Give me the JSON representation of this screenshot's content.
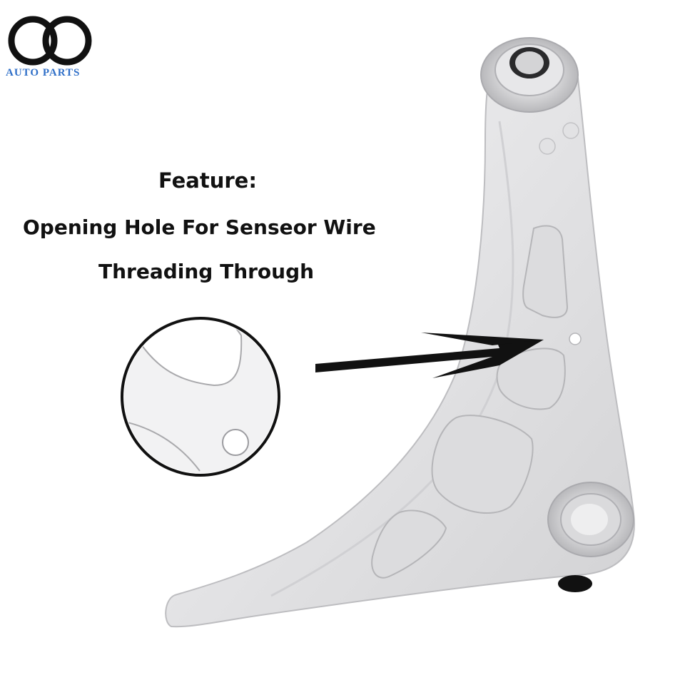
{
  "brand": {
    "logo_icon": "double-ring-logo",
    "logo_text": "AUTO PARTS",
    "logo_color": "#2f6fc8"
  },
  "feature": {
    "title": "Feature:",
    "line1": "Opening Hole For Senseor Wire",
    "line2": "Threading Through"
  },
  "colors": {
    "metal": "#e9e9ea",
    "metal_shadow": "#c9c9cb",
    "outline": "#111111"
  }
}
